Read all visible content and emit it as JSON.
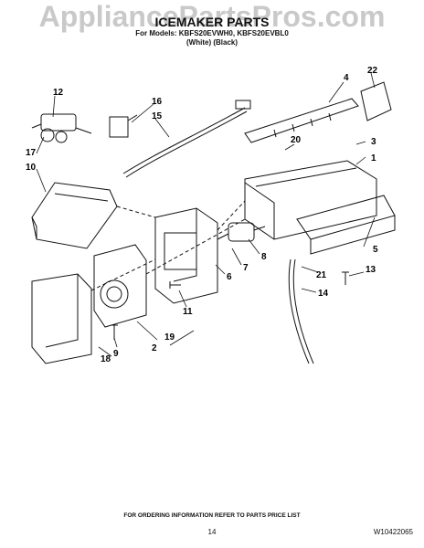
{
  "watermark": "AppliancePartsPros.com",
  "header": {
    "title": "ICEMAKER PARTS",
    "models_line": "For Models: KBFS20EVWH0, KBFS20EVBL0",
    "colors_line": "(White)          (Black)"
  },
  "callouts": [
    "1",
    "2",
    "3",
    "4",
    "5",
    "6",
    "7",
    "8",
    "9",
    "10",
    "11",
    "12",
    "13",
    "14",
    "15",
    "16",
    "17",
    "18",
    "19",
    "20",
    "21",
    "22"
  ],
  "footer": {
    "ordering_note": "FOR ORDERING INFORMATION REFER TO PARTS PRICE LIST",
    "page_number": "14",
    "doc_number": "W10422065"
  }
}
